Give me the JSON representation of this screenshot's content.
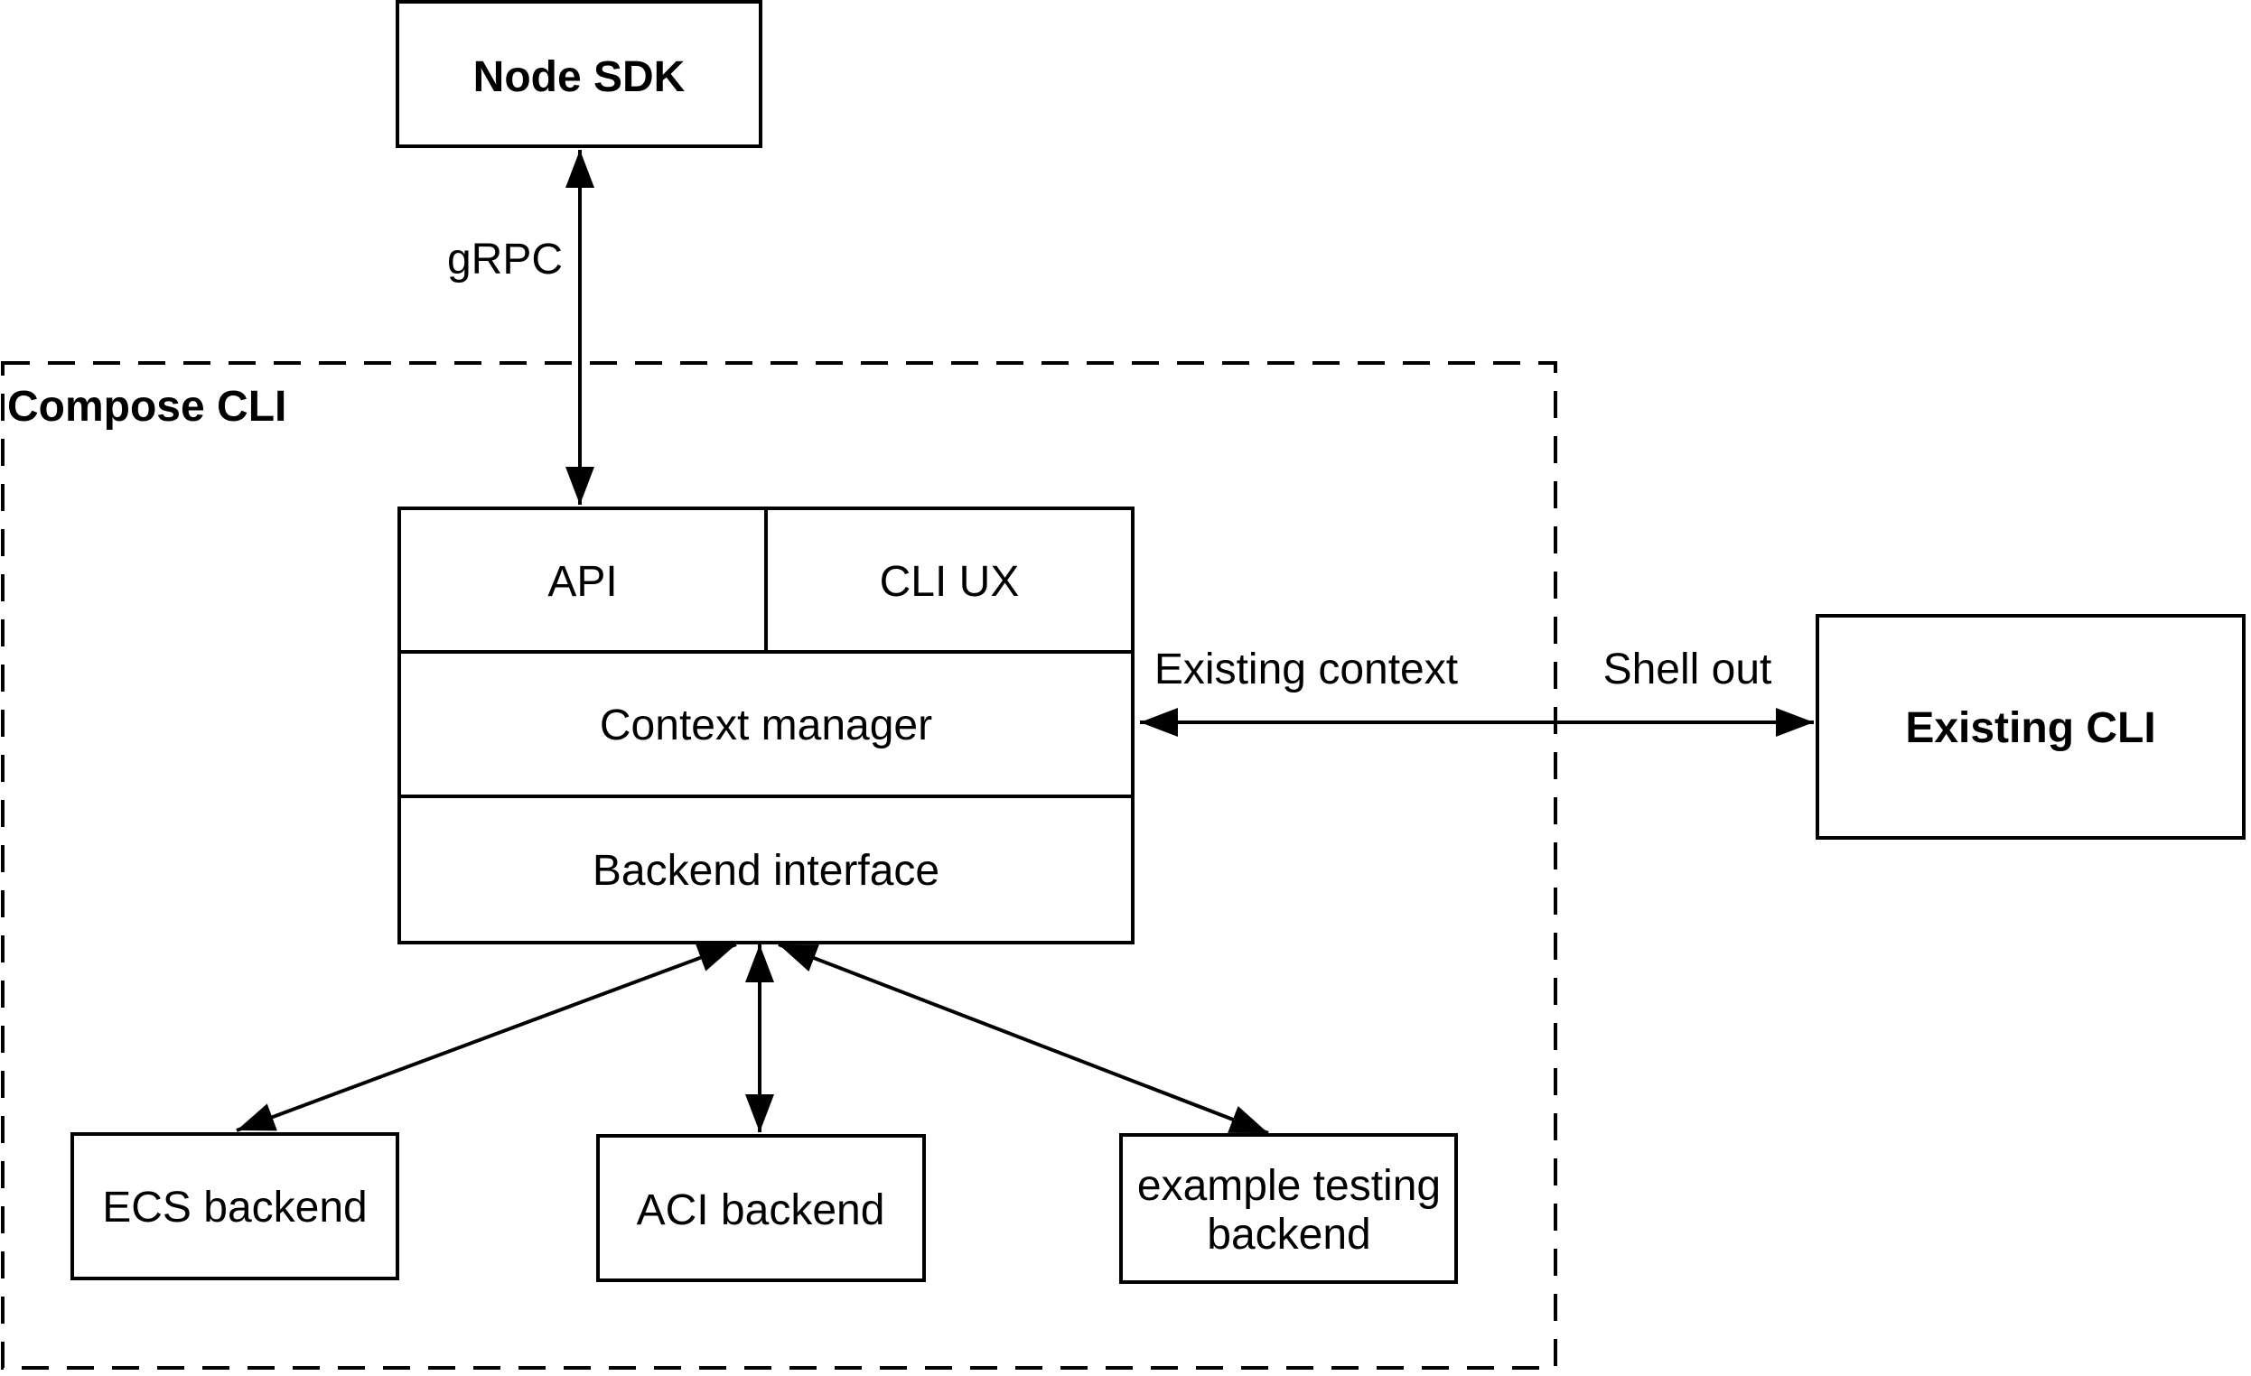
{
  "nodes": {
    "node_sdk": {
      "label": "Node SDK"
    },
    "compose_cli_container": {
      "label": "Compose CLI"
    },
    "api": {
      "label": "API"
    },
    "cli_ux": {
      "label": "CLI UX"
    },
    "context_manager": {
      "label": "Context manager"
    },
    "backend_interface": {
      "label": "Backend interface"
    },
    "existing_cli": {
      "label": "Existing CLI"
    },
    "ecs_backend": {
      "label": "ECS backend"
    },
    "aci_backend": {
      "label": "ACI backend"
    },
    "example_testing_backend": {
      "label": "example testing backend",
      "lines": [
        "example testing",
        "backend"
      ]
    }
  },
  "edges": {
    "grpc": {
      "label": "gRPC",
      "style": "double-arrow"
    },
    "existing_context": {
      "label": "Existing context",
      "style": "double-arrow"
    },
    "shell_out": {
      "label": "Shell out",
      "style": "double-arrow"
    },
    "backend_left": {
      "label": "",
      "style": "double-arrow"
    },
    "backend_middle": {
      "label": "",
      "style": "double-arrow"
    },
    "backend_right": {
      "label": "",
      "style": "double-arrow"
    }
  },
  "colors": {
    "stroke": "#000000",
    "fill": "#ffffff",
    "text": "#000000",
    "background": "#ffffff"
  }
}
